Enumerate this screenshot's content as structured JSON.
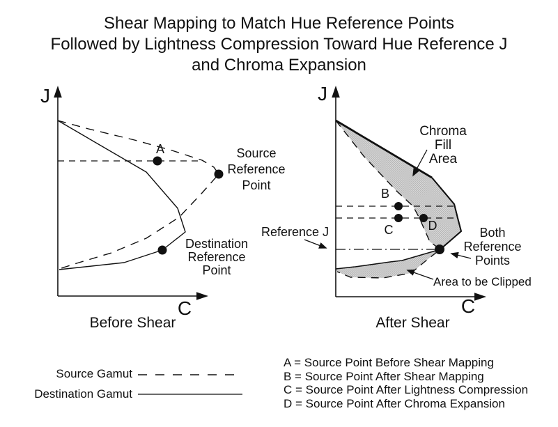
{
  "title": {
    "lines": [
      "Shear Mapping to Match Hue Reference Points",
      "Followed by Lightness Compression Toward Hue Reference J",
      "and Chroma Expansion"
    ]
  },
  "left_plot": {
    "y_axis": "J",
    "x_axis": "C",
    "caption": "Before Shear",
    "point_a": "A",
    "source_ref": [
      "Source",
      "Reference",
      "Point"
    ],
    "dest_ref": [
      "Destination",
      "Reference",
      "Point"
    ]
  },
  "right_plot": {
    "y_axis": "J",
    "x_axis": "C",
    "caption": "After Shear",
    "point_b": "B",
    "point_c": "C",
    "point_d": "D",
    "chroma_fill": [
      "Chroma",
      "Fill",
      "Area"
    ],
    "reference_j": "Reference J",
    "both_ref": [
      "Both",
      "Reference",
      "Points"
    ],
    "area_clipped": "Area to be Clipped"
  },
  "legend": {
    "source": "Source Gamut",
    "destination": "Destination Gamut"
  },
  "key": [
    "A = Source Point Before Shear Mapping",
    "B = Source Point After Shear Mapping",
    "C = Source Point After Lightness Compression",
    "D = Source Point After Chroma Expansion"
  ],
  "colors": {
    "ink": "#111111",
    "shade": "#c9c9c9",
    "background": "#ffffff"
  }
}
